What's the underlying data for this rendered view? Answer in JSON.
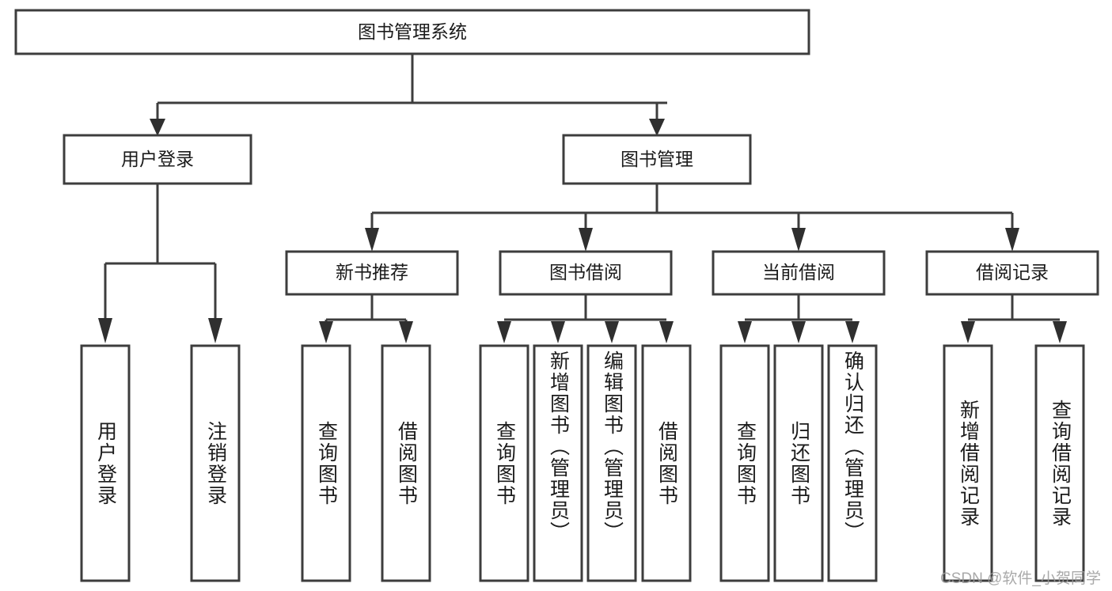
{
  "diagram": {
    "type": "tree-hierarchy",
    "title": "图书管理系统",
    "watermark": "CSDN @软件_小贺同学",
    "colors": {
      "background": "#ffffff",
      "box_stroke": "#3d3d3d",
      "box_fill": "#ffffff",
      "connector": "#3d3d3d",
      "text": "#1b1b1b",
      "watermark": "#9b9b9b"
    },
    "levels": {
      "root": {
        "label": "图书管理系统"
      },
      "level2": [
        {
          "id": "user-login",
          "label": "用户登录"
        },
        {
          "id": "book-management",
          "label": "图书管理"
        }
      ],
      "level3": [
        {
          "id": "new-book-recommend",
          "label": "新书推荐",
          "parent": "book-management"
        },
        {
          "id": "book-borrow",
          "label": "图书借阅",
          "parent": "book-management"
        },
        {
          "id": "current-borrow",
          "label": "当前借阅",
          "parent": "book-management"
        },
        {
          "id": "borrow-record",
          "label": "借阅记录",
          "parent": "book-management"
        }
      ],
      "leaves": [
        {
          "id": "leaf-user-login",
          "label": "用户登录",
          "parent": "user-login"
        },
        {
          "id": "leaf-logout-login",
          "label": "注销登录",
          "parent": "user-login"
        },
        {
          "id": "leaf-query-book-1",
          "label": "查询图书",
          "parent": "new-book-recommend"
        },
        {
          "id": "leaf-borrow-book-1",
          "label": "借阅图书",
          "parent": "new-book-recommend"
        },
        {
          "id": "leaf-query-book-2",
          "label": "查询图书",
          "parent": "book-borrow"
        },
        {
          "id": "leaf-add-book",
          "label": "新增图书（管理员）",
          "parent": "book-borrow"
        },
        {
          "id": "leaf-edit-book",
          "label": "编辑图书（管理员）",
          "parent": "book-borrow"
        },
        {
          "id": "leaf-borrow-book-2",
          "label": "借阅图书",
          "parent": "book-borrow"
        },
        {
          "id": "leaf-query-book-3",
          "label": "查询图书",
          "parent": "current-borrow"
        },
        {
          "id": "leaf-return-book",
          "label": "归还图书",
          "parent": "current-borrow"
        },
        {
          "id": "leaf-confirm-return",
          "label": "确认归还（管理员）",
          "parent": "current-borrow"
        },
        {
          "id": "leaf-add-record",
          "label": "新增借阅记录",
          "parent": "borrow-record"
        },
        {
          "id": "leaf-query-record",
          "label": "查询借阅记录",
          "parent": "borrow-record"
        }
      ]
    }
  }
}
